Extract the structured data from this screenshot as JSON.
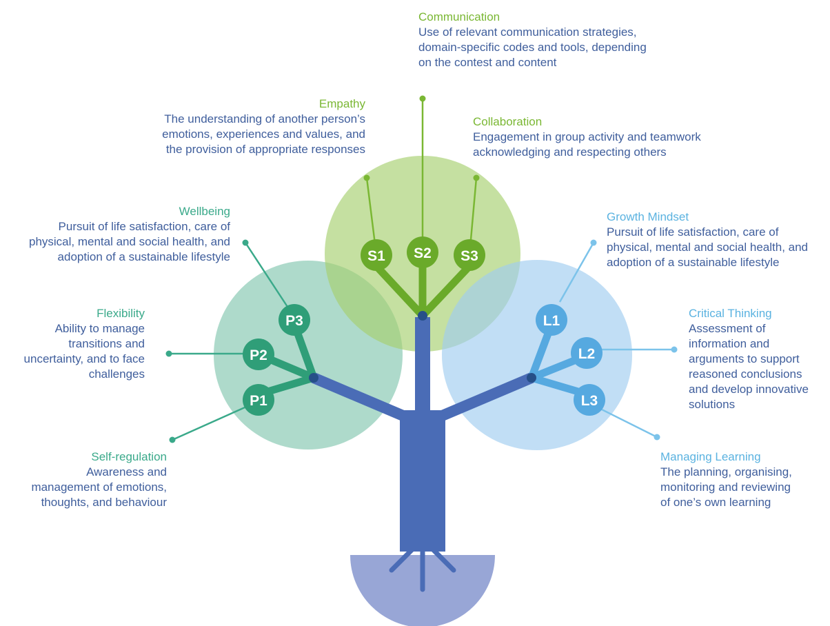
{
  "colors": {
    "personal": "#2f9e78",
    "personal_circle": "#a8d7c6",
    "social": "#6aaa2a",
    "social_circle": "#b9d98d",
    "learning": "#56a9e0",
    "learning_circle": "#b6dbf4",
    "trunk": "#4a6cb6",
    "pot": "#98a6d6",
    "text_title_personal": "#3aa98a",
    "text_title_social": "#7ab733",
    "text_title_learning": "#5ab2e0",
    "text_body": "#3f5e9c"
  },
  "nodes": {
    "p1": "P1",
    "p2": "P2",
    "p3": "P3",
    "s1": "S1",
    "s2": "S2",
    "s3": "S3",
    "l1": "L1",
    "l2": "L2",
    "l3": "L3"
  },
  "competences": {
    "communication": {
      "title": "Communication",
      "lines": [
        "Use of relevant communication strategies,",
        "domain-specific codes and tools, depending",
        "on the contest and content"
      ]
    },
    "empathy": {
      "title": "Empathy",
      "lines": [
        "The understanding of another person’s",
        "emotions, experiences and values, and",
        "the provision of appropriate responses"
      ]
    },
    "collaboration": {
      "title": "Collaboration",
      "lines": [
        "Engagement in group activity and teamwork",
        "acknowledging and respecting others"
      ]
    },
    "wellbeing": {
      "title": "Wellbeing",
      "lines": [
        "Pursuit of life satisfaction, care of",
        "physical, mental and social health, and",
        "adoption of a sustainable lifestyle"
      ]
    },
    "growth_mindset": {
      "title": "Growth Mindset",
      "lines": [
        "Pursuit of life satisfaction, care of",
        "physical, mental and social health, and",
        "adoption of a sustainable lifestyle"
      ]
    },
    "flexibility": {
      "title": "Flexibility",
      "lines": [
        "Ability to manage",
        "transitions and",
        "uncertainty, and to face",
        "challenges"
      ]
    },
    "critical_thinking": {
      "title": "Critical Thinking",
      "lines": [
        "Assessment of",
        "information and",
        "arguments to support",
        "reasoned conclusions",
        "and develop innovative",
        "solutions"
      ]
    },
    "self_regulation": {
      "title": "Self-regulation",
      "lines": [
        "Awareness and",
        "management of emotions,",
        "thoughts, and behaviour"
      ]
    },
    "managing_learning": {
      "title": "Managing Learning",
      "lines": [
        "The planning, organising,",
        "monitoring and reviewing",
        "of one’s own learning"
      ]
    }
  }
}
